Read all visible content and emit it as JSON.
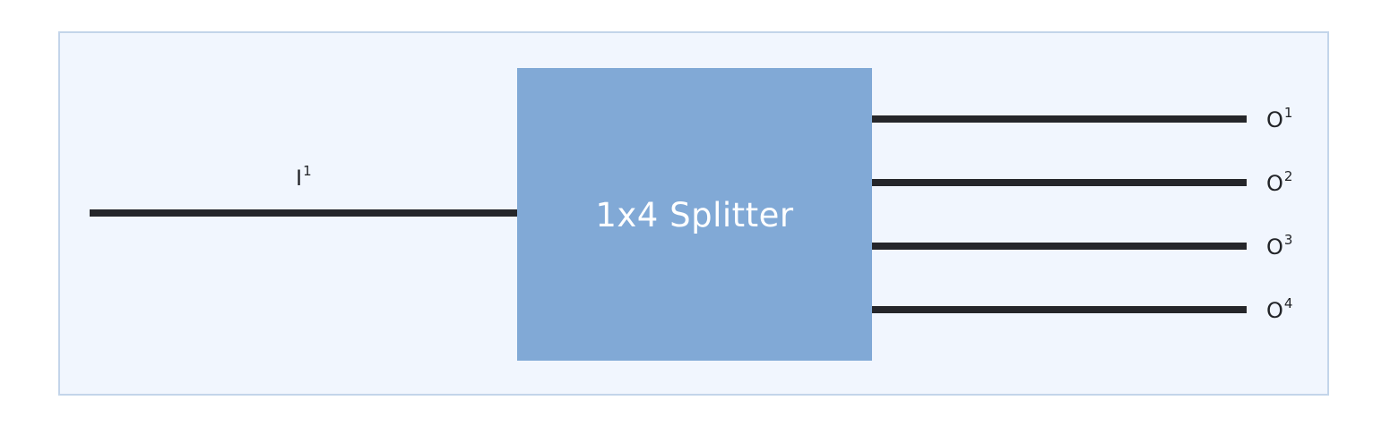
{
  "diagram": {
    "block_label": "1x4 Splitter",
    "input": {
      "letter": "I",
      "index": "1"
    },
    "outputs": [
      {
        "letter": "O",
        "index": "1"
      },
      {
        "letter": "O",
        "index": "2"
      },
      {
        "letter": "O",
        "index": "3"
      },
      {
        "letter": "O",
        "index": "4"
      }
    ]
  },
  "colors": {
    "panel_background": "#f1f6fe",
    "panel_border": "#c3d5ea",
    "splitter_fill": "#81a9d6",
    "wire": "#25262a",
    "label_text": "#222428"
  }
}
